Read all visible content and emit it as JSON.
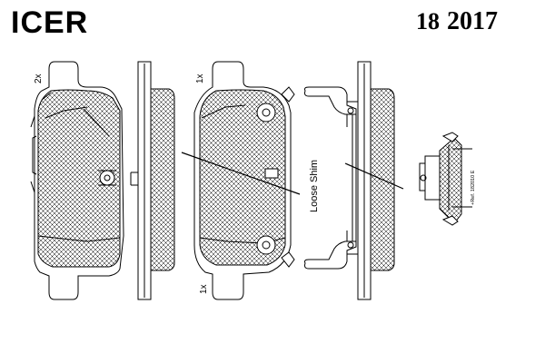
{
  "header": {
    "brand": "ICER",
    "part_series": "18",
    "part_code": "2017"
  },
  "labels": {
    "qty_left_pad": "2x",
    "qty_upper_pad": "1x",
    "qty_lower_pad": "1x",
    "loose_shim": "Loose Shim",
    "ref_note": "+Ref. 182010 E"
  },
  "colors": {
    "line": "#000000",
    "hatch": "#000000",
    "background": "#ffffff"
  }
}
